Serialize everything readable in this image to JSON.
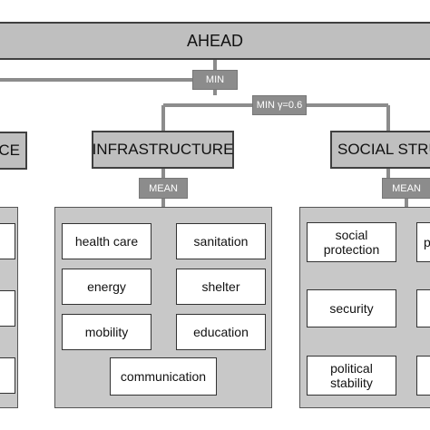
{
  "root": {
    "label": "AHEAD"
  },
  "operators": {
    "root_min": "MIN",
    "sub_min": "MIN γ=0.6",
    "infra_mean": "MEAN",
    "social_mean": "MEAN"
  },
  "categories": {
    "left_partial": "CE",
    "infrastructure": "INFRASTRUCTURE",
    "social": "SOCIAL STRU"
  },
  "infrastructure_items": {
    "health_care": "health care",
    "sanitation": "sanitation",
    "energy": "energy",
    "shelter": "shelter",
    "mobility": "mobility",
    "education": "education",
    "communication": "communication"
  },
  "social_items": {
    "social_protection": "social protection",
    "right_cut_1": "p",
    "security": "security",
    "political_stability": "political stability"
  },
  "colors": {
    "box_fill": "#bfbfbf",
    "box_border": "#404040",
    "operator_fill": "#8c8c8c",
    "panel_fill": "#c8c8c8",
    "connector": "#8c8c8c"
  }
}
